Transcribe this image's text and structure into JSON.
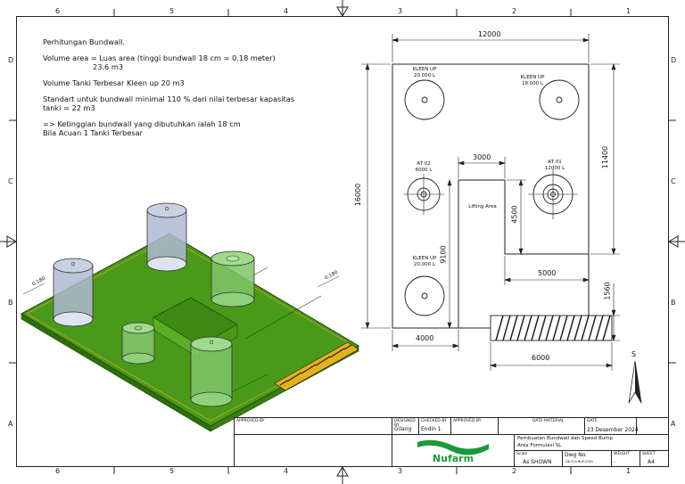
{
  "zones": {
    "columns": [
      "6",
      "5",
      "4",
      "3",
      "2",
      "1"
    ],
    "rows": [
      "D",
      "C",
      "B",
      "A"
    ]
  },
  "notes": {
    "title": "Perhitungan Bundwall.",
    "line1": "Volume area = Luas area (tinggi bundwall 18 cm = 0.18 meter)",
    "line1b": "23.6 m3",
    "line2": "Volume Tanki Terbesar Kleen up 20 m3",
    "line3": "Standart untuk bundwall minimal 110 % dari nilai terbesar kapasitas",
    "line3b": "tanki = 22 m3",
    "line4": "=> Ketinggian bundwall yang dibutuhkan ialah 18 cm",
    "line4b": "Bila Acuan 1 Tanki Terbesar"
  },
  "iso_labels": {
    "left_dim": "0.180",
    "right_dim": "0.180"
  },
  "plan": {
    "tank_kleenup_1": {
      "name": "KLEEN UP",
      "cap": "20.000 L"
    },
    "tank_kleenup_2": {
      "name": "KLEEN UP",
      "cap": "18.000 L"
    },
    "tank_at02": {
      "name": "AT 02",
      "cap": "6000 L"
    },
    "tank_at01": {
      "name": "AT 01",
      "cap": "12000 L"
    },
    "tank_kleenup_3": {
      "name": "KLEEN UP",
      "cap": "20.000 L"
    },
    "lifting_area": "Lifting Area",
    "dims": {
      "top_width": "12000",
      "left_height": "16000",
      "right_height": "11400",
      "lifting_width": "3000",
      "lifting_height": "4500",
      "lower_left": "9100",
      "bottom_left": "4000",
      "bump_width": "5000",
      "bump_height": "1560",
      "bump_length": "6000"
    }
  },
  "north": "S",
  "title_block": {
    "approved_by_label": "APPROVED BY",
    "designed_by_label": "DESIGNED BY",
    "designed_by": "Gilang",
    "checked_by_label": "CHECKED BY",
    "checked_by": "Endin 1",
    "approved_by_label2": "APPROVED BY",
    "date_label": "DATE",
    "material_label": "MATERIAL",
    "date_label2": "DATE",
    "date": "23 Desember 2024",
    "title": "Pembuatan Bundwall dan Speed Bump",
    "subtitle": "Area Formulasi SL",
    "scale_label": "Scale",
    "scale": "As SHOWN",
    "dwg_no_label": "Dwg No.",
    "dwg_no": "DD-FLS-BUP-0001",
    "weight_label": "WEIGHT",
    "sheet_label": "SHEET",
    "weight": ".",
    "sheet": "A4",
    "logo_text": "Nufarm"
  },
  "colors": {
    "slab": "#4a9a1a",
    "tank": "#aeb8d0",
    "tank_green": "#7fc46a",
    "hatch": "#e3b21a"
  }
}
